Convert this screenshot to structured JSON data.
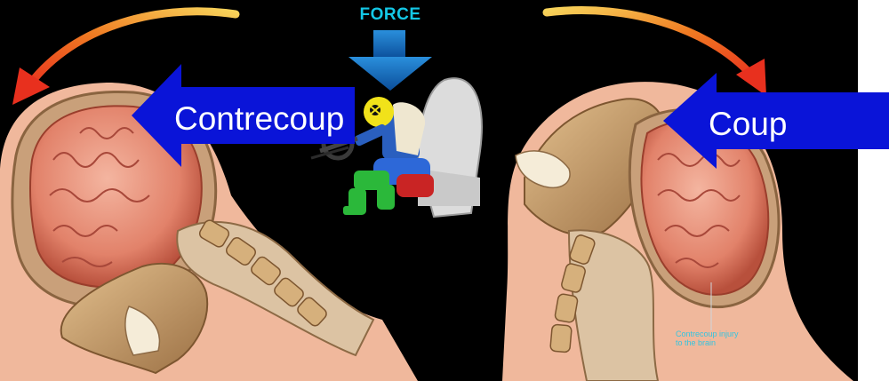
{
  "labels": {
    "force": "FORCE",
    "contrecoup": "Contrecoup",
    "coup": "Coup",
    "annotation_line1": "Contrecoup injury",
    "annotation_line2": "to the brain"
  },
  "colors": {
    "background": "#000000",
    "arrow_blue": "#0a14d8",
    "force_arrow": "#1b78c8",
    "force_text": "#14c8e6",
    "skin": "#f0b89c",
    "brain": "#e58a70",
    "bone": "#c49a6a"
  }
}
